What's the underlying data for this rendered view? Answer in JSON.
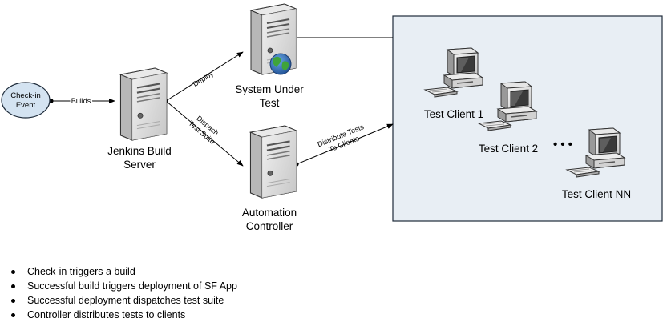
{
  "nodes": {
    "checkin": "Check-in\nEvent",
    "jenkins": "Jenkins Build\nServer",
    "sut": "System Under\nTest",
    "controller": "Automation\nController",
    "client1": "Test Client 1",
    "client2": "Test Client 2",
    "client_nn": "Test Client NN",
    "ellipsis": "• • •"
  },
  "edges": {
    "builds": "Builds",
    "deploy": "Deploy",
    "dispatch": "Dispach\nTest Suite",
    "distribute": "Distribute Tests\nTo Clients"
  },
  "bullets": [
    "Check-in triggers a build",
    "Successful build triggers deployment of SF App",
    "Successful deployment dispatches test suite",
    "Controller distributes tests to clients"
  ],
  "colors": {
    "checkin_fill": "#d4e3f1",
    "panel_fill": "#e8eef4",
    "server_body": "#e4e4e4",
    "globe_ocean": "#2e6db5",
    "globe_land": "#3fa43a"
  }
}
